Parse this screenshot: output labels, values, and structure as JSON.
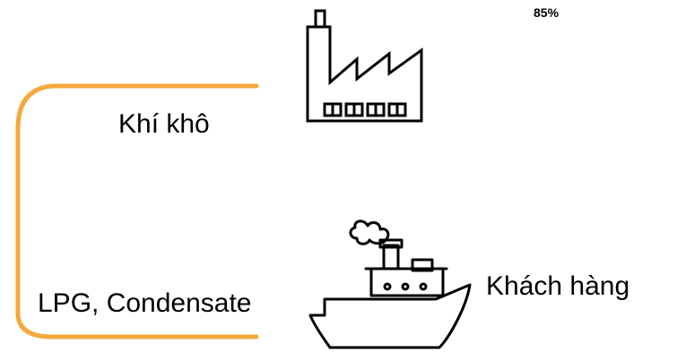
{
  "labels": {
    "percent": "85%",
    "dry_gas": "Khí khô",
    "lpg_condensate": "LPG, Condensate",
    "customer": "Khách hàng"
  },
  "icons": {
    "factory": "factory-icon",
    "ship": "ship-icon"
  },
  "colors": {
    "bracket": "#F5A83C",
    "icon_stroke": "#000000"
  }
}
